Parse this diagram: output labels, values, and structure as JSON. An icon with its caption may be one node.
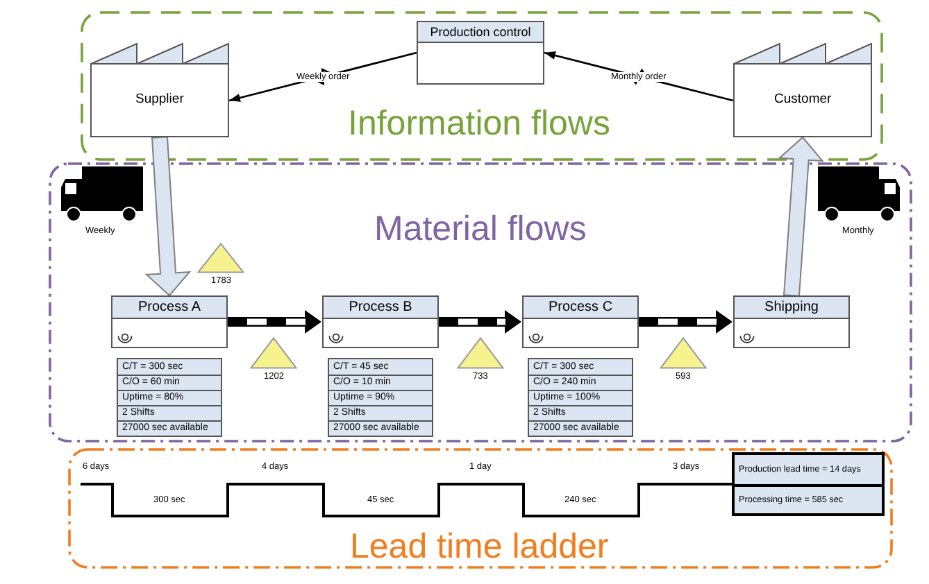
{
  "diagram": {
    "nodes": [
      {
        "text": [
          "Information flows"
        ]
      },
      {
        "text": [
          "Production control"
        ],
        "in": 0
      },
      {
        "text": [
          "Supplier"
        ],
        "in": 0
      },
      {
        "text": [
          "Customer"
        ],
        "in": 0
      },
      {
        "text": [
          "Material flows"
        ]
      },
      {
        "text": [],
        "shape": "triangle",
        "beside": [
          "1783"
        ],
        "in": 4
      },
      {
        "text": [
          "Process A"
        ],
        "in": 4
      },
      {
        "text": [
          "Process B"
        ],
        "in": 4
      },
      {
        "text": [
          "Process C"
        ],
        "in": 4
      },
      {
        "text": [
          "Shipping"
        ],
        "in": 4
      },
      {
        "text": [],
        "shape": "triangle",
        "beside": [
          "1202"
        ],
        "in": 4
      },
      {
        "text": [],
        "shape": "triangle",
        "beside": [
          "733"
        ],
        "in": 4
      },
      {
        "text": [],
        "shape": "triangle",
        "beside": [
          "593"
        ],
        "in": 4
      },
      {
        "text": [
          "C/T = 300 sec",
          "C/O = 60 min",
          "Uptime = 80%",
          "2 Shifts",
          "27000 sec available"
        ],
        "in": 4
      },
      {
        "text": [
          "C/T = 45 sec",
          "C/O = 10 min",
          "Uptime = 90%",
          "2 Shifts",
          "27000 sec available"
        ],
        "in": 4
      },
      {
        "text": [
          "C/T = 300 sec",
          "C/O = 240 min",
          "Uptime = 100%",
          "2 Shifts",
          "27000 sec available"
        ],
        "in": 4
      },
      {
        "text": [
          "Lead time ladder"
        ]
      },
      {
        "text": [
          "Production lead time = 14 days",
          "Processing time = 585 sec"
        ],
        "in": 16
      }
    ],
    "edges": [
      {
        "from": 1,
        "to": 2,
        "label": "Weekly order",
        "arrow": "to"
      },
      {
        "from": 3,
        "to": 1,
        "label": "Monthly order",
        "arrow": "to"
      },
      {
        "from": 2,
        "to": 6,
        "arrow": "to",
        "style": "thick",
        "color": "#dce6f2"
      },
      {
        "from": 6,
        "to": 7,
        "arrow": "to"
      },
      {
        "from": 7,
        "to": 8,
        "arrow": "to"
      },
      {
        "from": 8,
        "to": 9,
        "arrow": "to"
      },
      {
        "from": 9,
        "to": 3,
        "arrow": "to",
        "style": "thick",
        "color": "#dce6f2"
      }
    ],
    "labels": [
      "Weekly",
      "Monthly",
      "6 days",
      "4 days",
      "1 day",
      "3 days",
      "300 sec",
      "45 sec",
      "240 sec"
    ]
  }
}
